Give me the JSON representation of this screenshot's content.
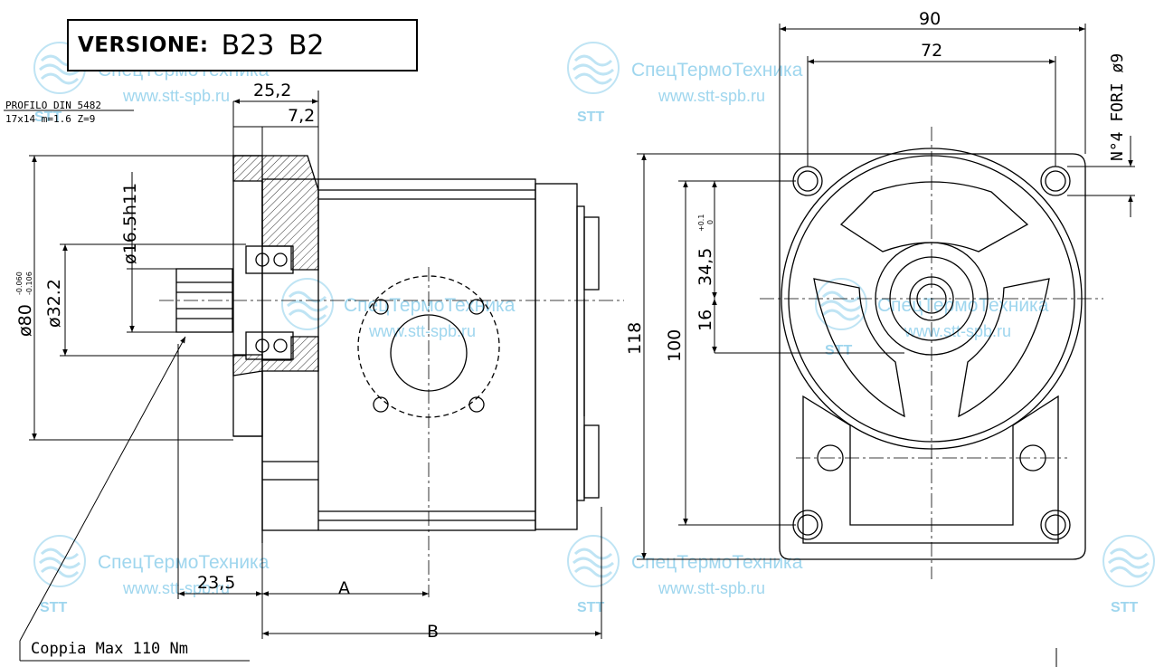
{
  "title": {
    "label": "VERSIONE:",
    "value": "B23 B2"
  },
  "watermark": {
    "brand": "СпецТермоТехника",
    "url": "www.stt-spb.ru",
    "logo_text": "STT",
    "color": "#9fd6ee"
  },
  "profile": {
    "line1": "PROFILO DIN 5482",
    "line2": "17x14   m=1.6   Z=9"
  },
  "dimensions": {
    "d252": "25,2",
    "d72s": "7,2",
    "d165": "ø16.5h11",
    "d322": "ø32.2",
    "d80": "ø80",
    "d80tol_upper": "-0.060",
    "d80tol_lower": "-0.106",
    "d235": "23,5",
    "dA": "A",
    "dB": "B",
    "d90": "90",
    "d72": "72",
    "d118": "118",
    "d100": "100",
    "d345": "34,5",
    "d345tol_upper": "+0.1",
    "d345tol_lower": "0",
    "d16": "16",
    "holes": "N°4 FORI ø9"
  },
  "torque": "Coppia Max 110 Nm"
}
